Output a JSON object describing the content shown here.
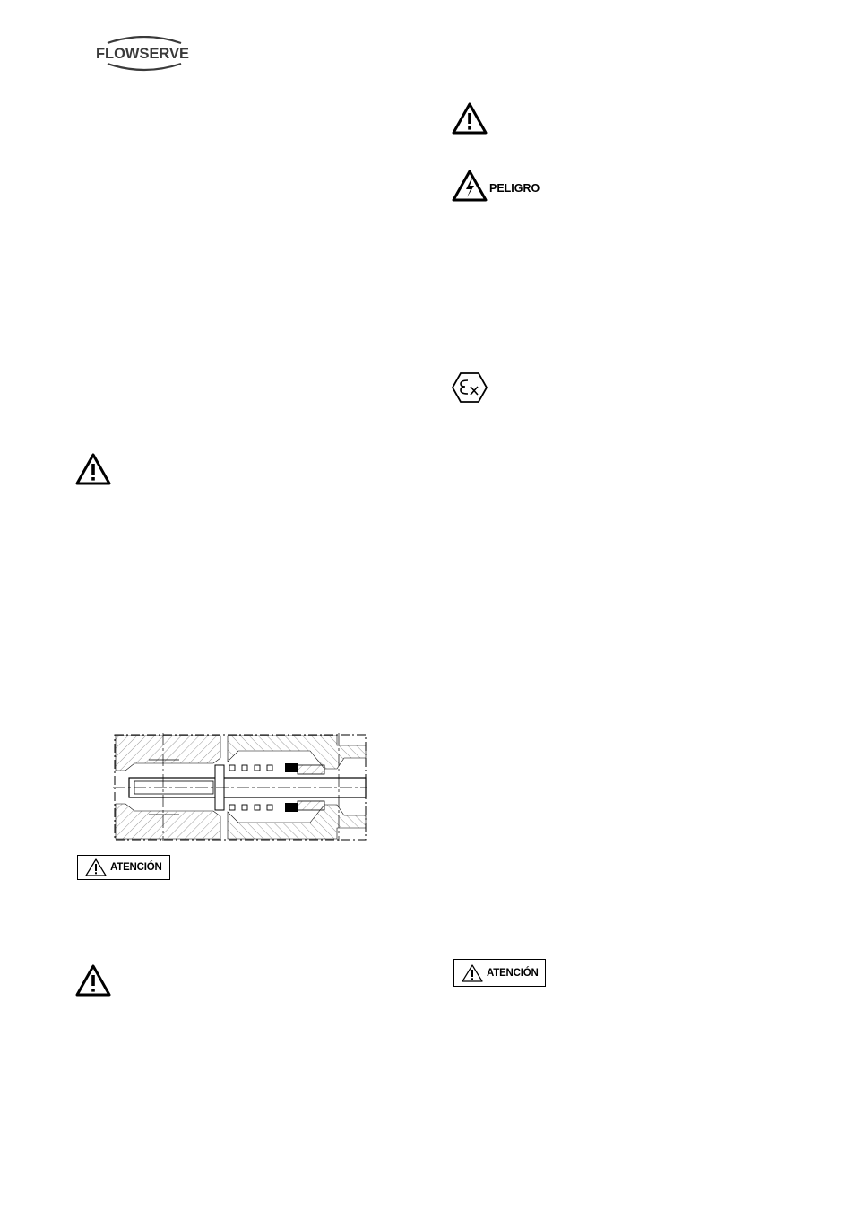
{
  "header": {
    "logo_text": "FLOWSERVE"
  },
  "symbols": {
    "peligro_label": "PELIGRO",
    "atencion_label_1": "ATENCIÓN",
    "atencion_label_2": "ATENCIÓN",
    "ex_label": "Ex"
  },
  "figure": {
    "description_icon": "mechanical-seal-section-drawing"
  }
}
